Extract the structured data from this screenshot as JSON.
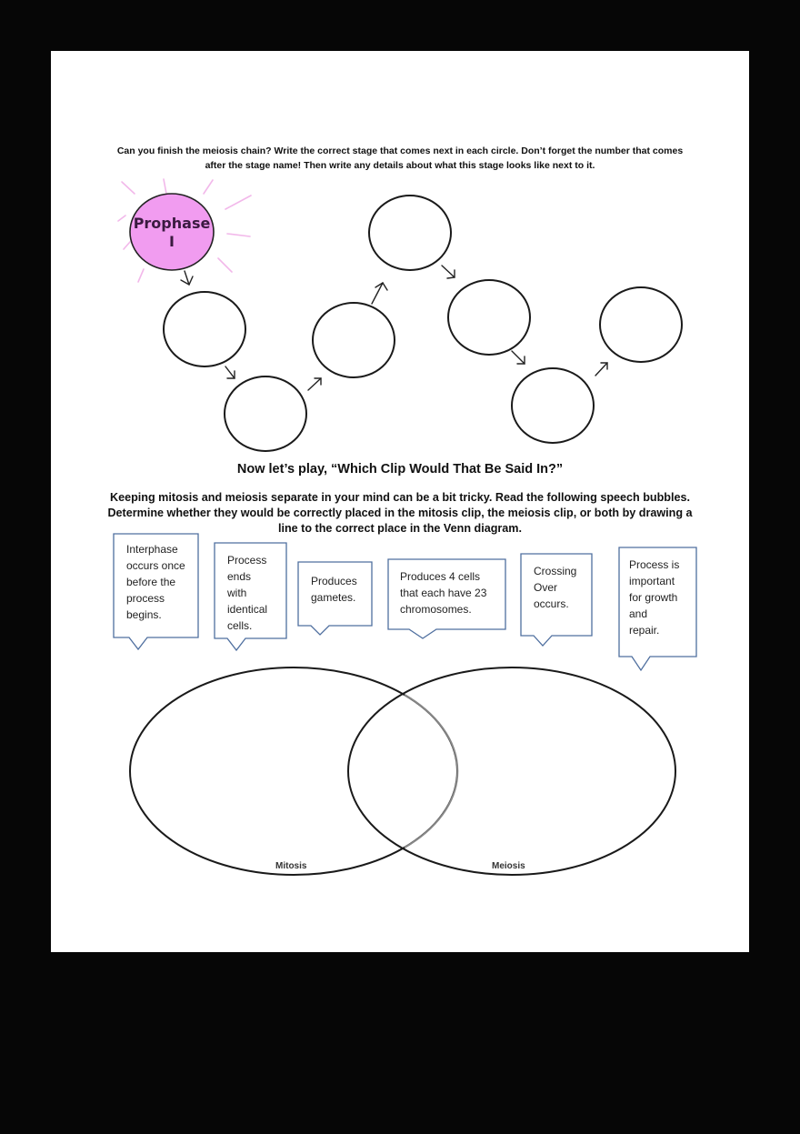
{
  "page": {
    "background": "#ffffff",
    "frame": "#060606"
  },
  "instructions": {
    "line1": "Can you finish the meiosis chain? Write the correct stage that comes next in each circle. Don’t forget the number that comes",
    "line2": "after the stage name!  Then write any details about what this stage looks like next to it."
  },
  "chain": {
    "start_label_line1": "Prophase",
    "start_label_line2": "I",
    "start_fill": "#f19cf0",
    "blank_circles": 8
  },
  "game": {
    "title": "Now let’s play, “Which Clip Would That Be Said In?”",
    "para_line1": "Keeping mitosis and meiosis separate in your mind can be a bit tricky. Read the following speech bubbles.",
    "para_line2": "Determine whether they would be correctly placed in the mitosis clip, the meiosis clip, or both by drawing a",
    "para_line3": "line to the correct place in the Venn diagram."
  },
  "bubbles": [
    {
      "lines": [
        "Interphase",
        "occurs once",
        "before the",
        "process",
        "begins."
      ]
    },
    {
      "lines": [
        "Process",
        "ends",
        "with",
        "identical",
        "cells."
      ]
    },
    {
      "lines": [
        "Produces",
        "gametes."
      ]
    },
    {
      "lines": [
        "Produces 4 cells",
        "that each have 23",
        "chromosomes."
      ]
    },
    {
      "lines": [
        "Crossing",
        "Over",
        "occurs."
      ]
    },
    {
      "lines": [
        "Process is",
        "important",
        "for growth",
        "and",
        "repair."
      ]
    }
  ],
  "bubble_border_color": "#4f6f9f",
  "venn": {
    "left_label": "Mitosis",
    "right_label": "Meiosis"
  }
}
